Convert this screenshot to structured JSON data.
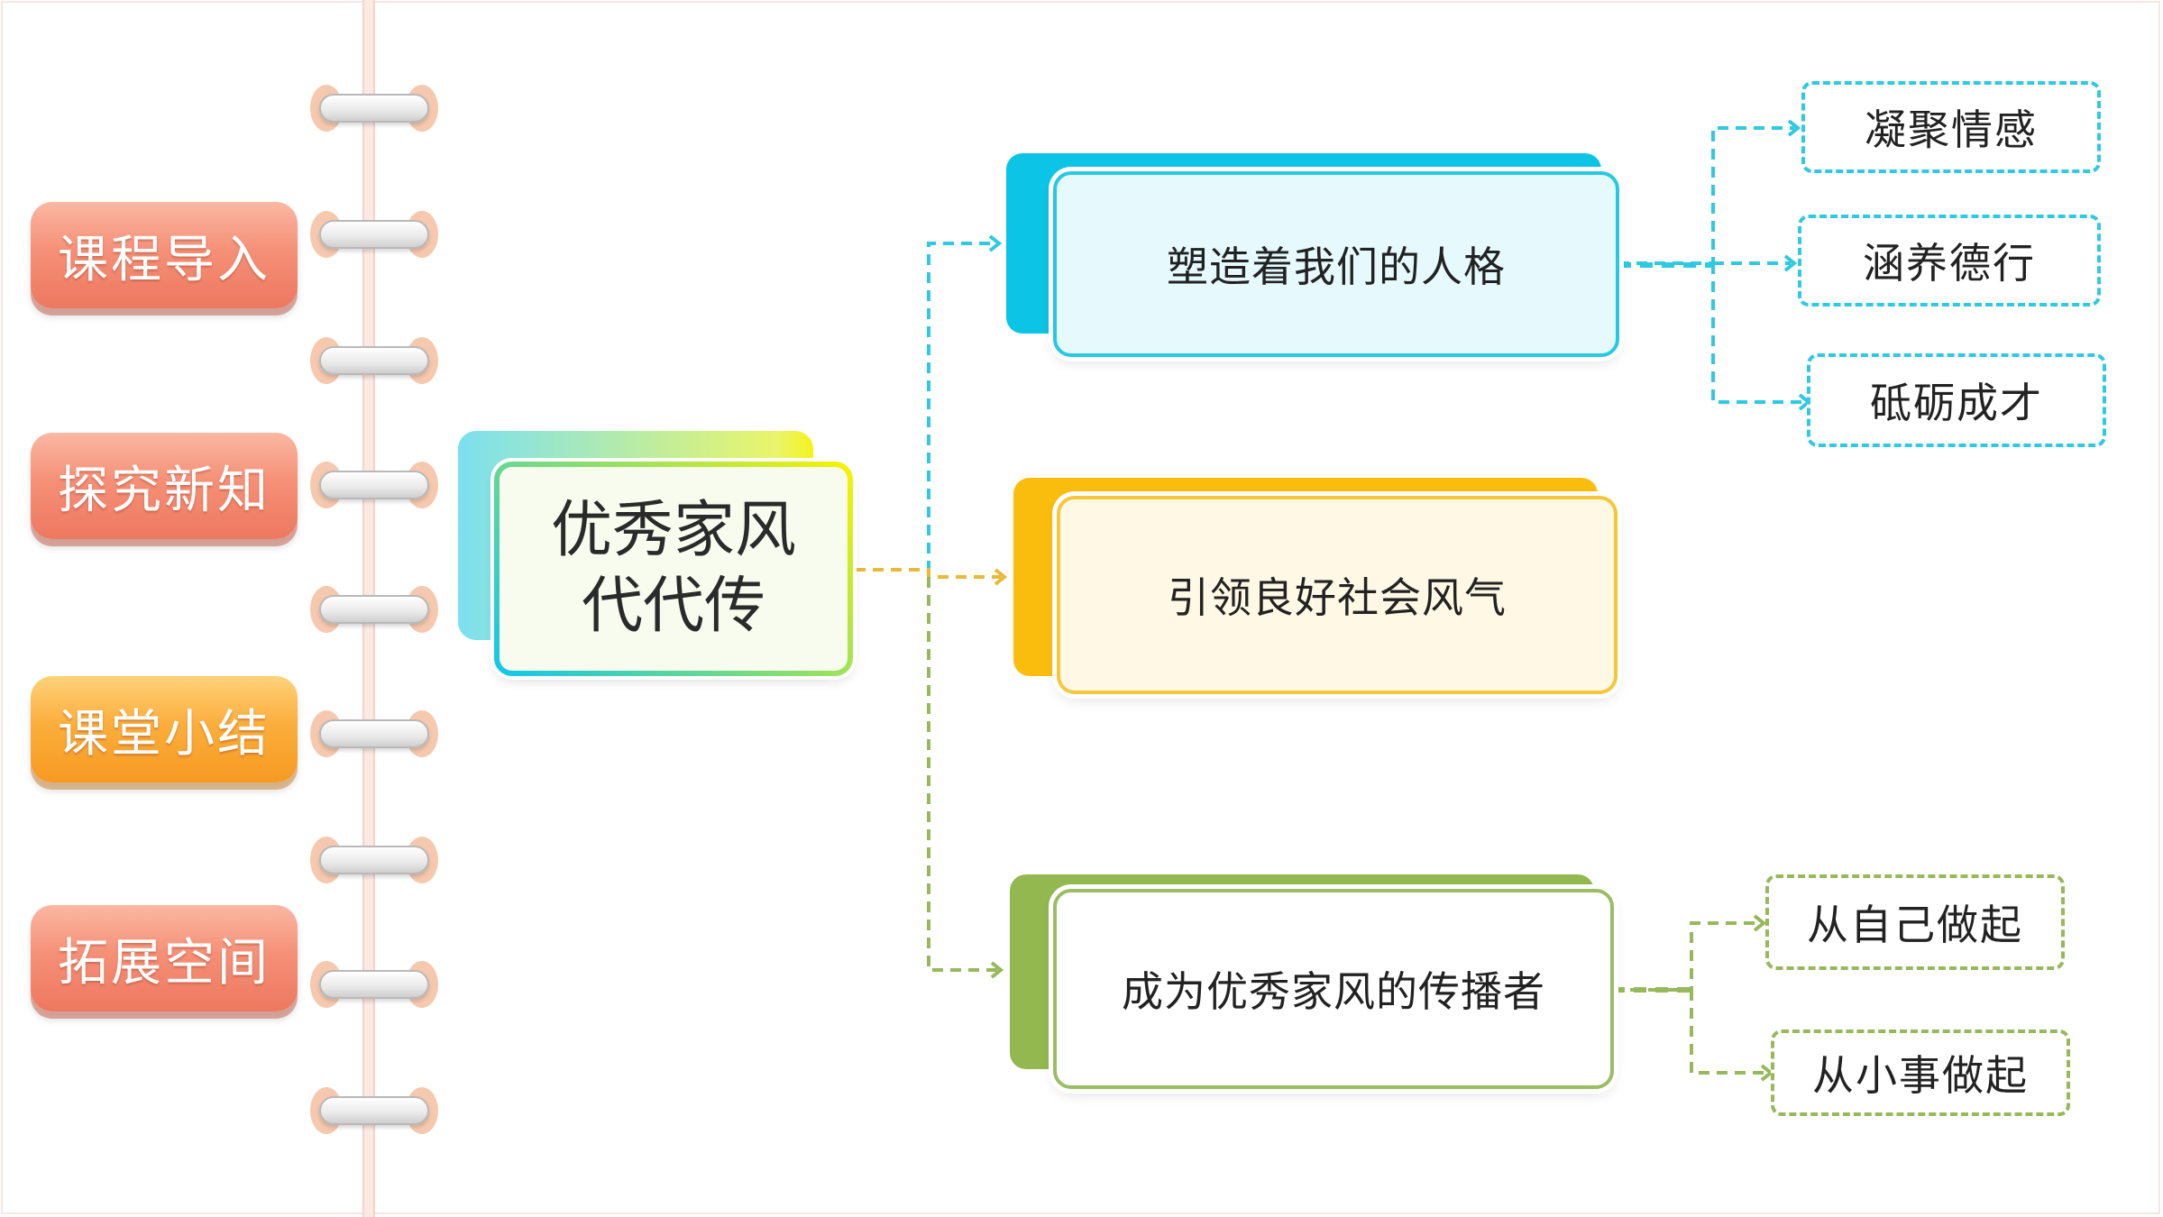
{
  "sidebar": {
    "items": [
      {
        "label": "课程导入",
        "style": "red"
      },
      {
        "label": "探究新知",
        "style": "red"
      },
      {
        "label": "课堂小结",
        "style": "orange"
      },
      {
        "label": "拓展空间",
        "style": "red"
      }
    ]
  },
  "center": {
    "label": "优秀家风\n代代传"
  },
  "branches": [
    {
      "label": "塑造着我们的人格",
      "color": "#0cc4e6",
      "fill": "#e6fafd",
      "leaves": [
        {
          "label": "凝聚情感"
        },
        {
          "label": "涵养德行"
        },
        {
          "label": "砥砺成才"
        }
      ]
    },
    {
      "label": "引领良好社会风气",
      "color": "#fbbd0d",
      "fill": "#fef8e5",
      "leaves": []
    },
    {
      "label": "成为优秀家风的传播者",
      "color": "#92b84f",
      "fill": "#ffffff",
      "leaves": [
        {
          "label": "从自己做起"
        },
        {
          "label": "从小事做起"
        }
      ]
    }
  ],
  "colors": {
    "nav_red": "#ef7a62",
    "nav_orange": "#f8a12c",
    "branch1": "#0cc4e6",
    "branch2": "#fbbd0d",
    "branch3": "#92b84f"
  }
}
